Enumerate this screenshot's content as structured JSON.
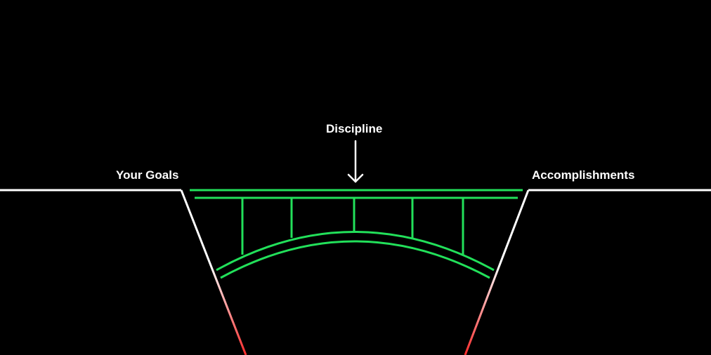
{
  "diagram": {
    "left_label": "Your Goals",
    "center_label": "Discipline",
    "right_label": "Accomplishments"
  },
  "colors": {
    "background": "#000000",
    "text": "#ffffff",
    "ground": "#ffffff",
    "chasm_top": "#ffffff",
    "chasm_bottom": "#ff2a2a",
    "bridge": "#22e05a"
  },
  "icons": {
    "arrow": "arrow-down-icon"
  }
}
